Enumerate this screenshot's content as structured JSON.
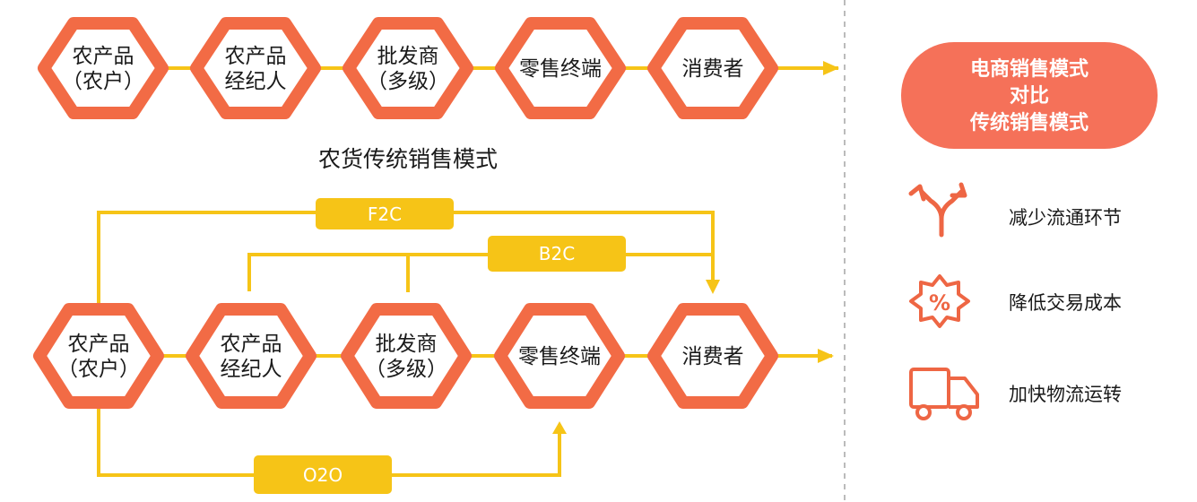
{
  "colors": {
    "hex_stroke": "#F26B45",
    "line": "#F6C417",
    "tag_fill": "#F6C417",
    "pill_fill": "#F57159",
    "icon": "#EE6644",
    "divider": "#BBBBBB"
  },
  "traditional": {
    "nodes": [
      {
        "line1": "农产品",
        "line2": "（农户）"
      },
      {
        "line1": "农产品",
        "line2": "经纪人"
      },
      {
        "line1": "批发商",
        "line2": "（多级）"
      },
      {
        "line1": "零售终端",
        "line2": ""
      },
      {
        "line1": "消费者",
        "line2": ""
      }
    ],
    "caption": "农货传统销售模式"
  },
  "ecommerce": {
    "nodes": [
      {
        "line1": "农产品",
        "line2": "（农户）"
      },
      {
        "line1": "农产品",
        "line2": "经纪人"
      },
      {
        "line1": "批发商",
        "line2": "（多级）"
      },
      {
        "line1": "零售终端",
        "line2": ""
      },
      {
        "line1": "消费者",
        "line2": ""
      }
    ],
    "channels": {
      "f2c": "F2C",
      "b2c": "B2C",
      "o2o": "O2O"
    }
  },
  "comparison": {
    "title_lines": [
      "电商销售模式",
      "对比",
      "传统销售模式"
    ],
    "benefits": [
      {
        "icon": "split-arrows-icon",
        "text": "减少流通环节"
      },
      {
        "icon": "discount-badge-icon",
        "text": "降低交易成本"
      },
      {
        "icon": "delivery-truck-icon",
        "text": "加快物流运转"
      }
    ]
  }
}
